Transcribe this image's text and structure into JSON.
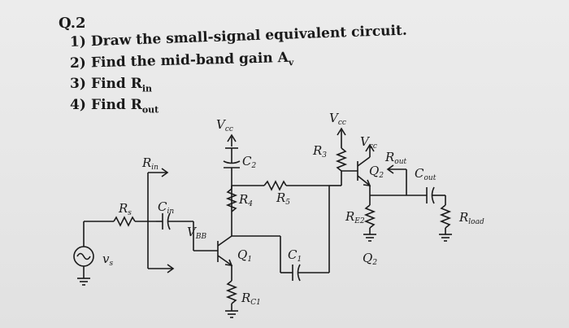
{
  "question": {
    "title": "Q.2",
    "items": [
      {
        "num": "1)",
        "text": "Draw the small-signal equivalent circuit."
      },
      {
        "num": "2)",
        "text": "Find the mid-band gain A",
        "sub": "v"
      },
      {
        "num": "3)",
        "text": "Find  R",
        "sub": "in"
      },
      {
        "num": "4)",
        "text": "Find  R",
        "sub": "out"
      }
    ]
  },
  "circuit": {
    "labels": {
      "vcc_main": "V",
      "vcc_main_sub": "cc",
      "c2": "C",
      "c2_sub": "2",
      "rin": "R",
      "rin_sub": "in",
      "r4": "R",
      "r4_sub": "4",
      "r5": "R",
      "r5_sub": "5",
      "r3": "R",
      "r3_sub": "3",
      "vcc_r3": "V",
      "vcc_r3_sub": "cc",
      "vcc_q2": "V",
      "vcc_q2_sub": "cc",
      "q2_top": "Q",
      "q2_top_sub": "2",
      "rout": "R",
      "rout_sub": "out",
      "cout": "C",
      "cout_sub": "out",
      "rs": "R",
      "rs_sub": "s",
      "cin": "C",
      "cin_sub": "in",
      "vbb": "V",
      "vbb_sub": "BB",
      "re2": "R",
      "re2_sub": "E2",
      "rload": "R",
      "rload_sub": "load",
      "vs": "v",
      "vs_sub": "s",
      "q1": "Q",
      "q1_sub": "1",
      "c1": "C",
      "c1_sub": "1",
      "q2_bottom": "Q",
      "q2_bottom_sub": "2",
      "rc1": "R",
      "rc1_sub": "C1"
    }
  }
}
